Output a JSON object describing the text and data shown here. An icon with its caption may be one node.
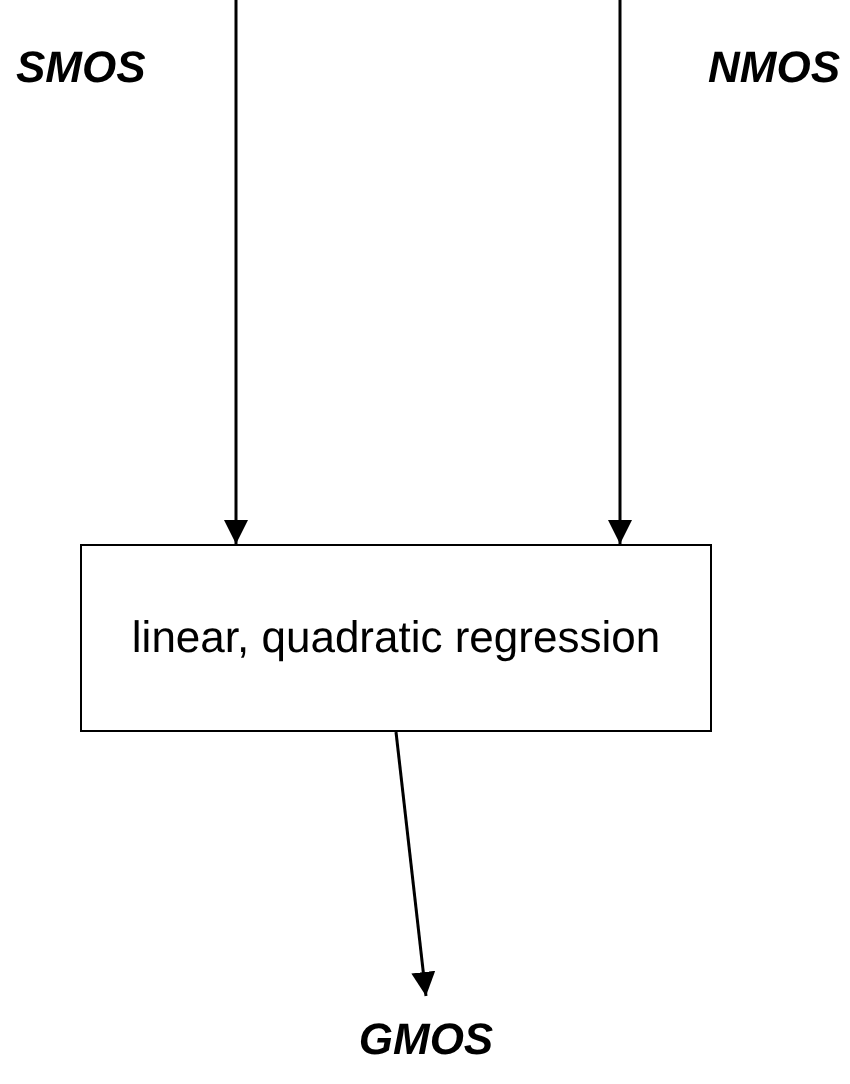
{
  "diagram": {
    "nodes": [
      {
        "text": [
          "SMOS"
        ]
      },
      {
        "text": [
          "NMOS"
        ]
      },
      {
        "text": [
          "linear, quadratic regression"
        ]
      },
      {
        "text": [
          "GMOS"
        ]
      }
    ],
    "edges": [
      {
        "from": 0,
        "to": 2,
        "arrow": "to"
      },
      {
        "from": 1,
        "to": 2,
        "arrow": "to"
      },
      {
        "from": 2,
        "to": 3,
        "arrow": "to"
      }
    ]
  }
}
